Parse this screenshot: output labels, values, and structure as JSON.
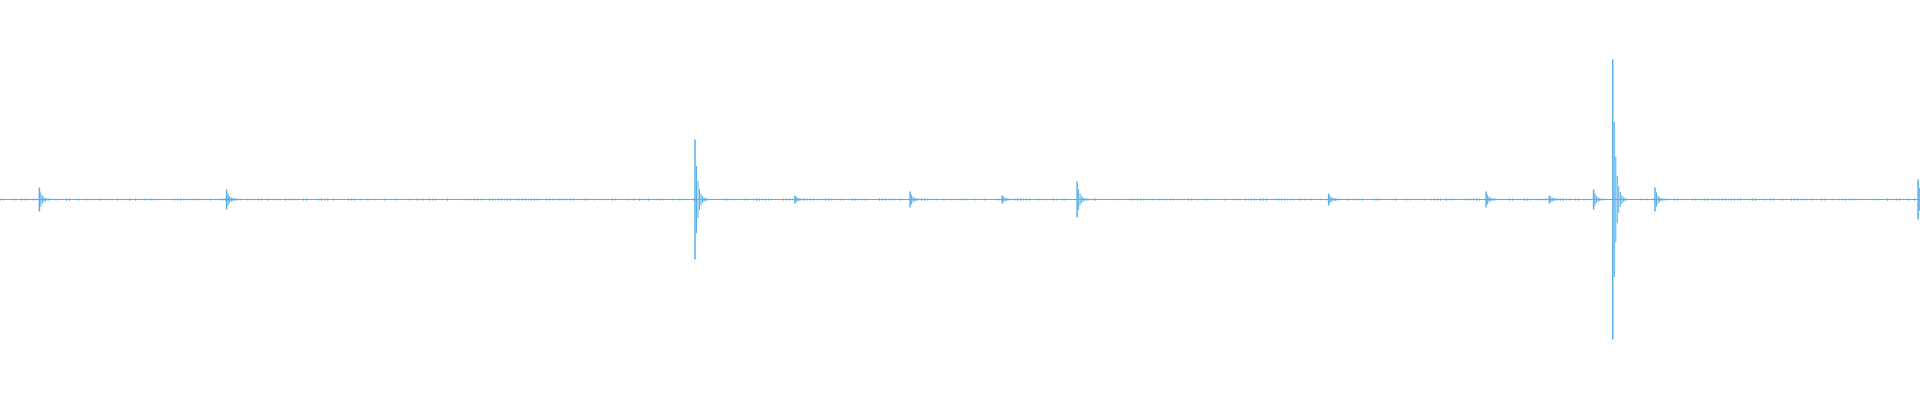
{
  "waveform": {
    "color": "#5aaee6",
    "background": "#ffffff",
    "baseline_amplitude": 0.006,
    "spikes": [
      {
        "time": 0.0205,
        "amplitude": 0.06
      },
      {
        "time": 0.118,
        "amplitude": 0.05
      },
      {
        "time": 0.362,
        "amplitude": 0.3
      },
      {
        "time": 0.414,
        "amplitude": 0.02
      },
      {
        "time": 0.474,
        "amplitude": 0.04
      },
      {
        "time": 0.522,
        "amplitude": 0.02
      },
      {
        "time": 0.561,
        "amplitude": 0.09
      },
      {
        "time": 0.692,
        "amplitude": 0.03
      },
      {
        "time": 0.774,
        "amplitude": 0.04
      },
      {
        "time": 0.807,
        "amplitude": 0.02
      },
      {
        "time": 0.83,
        "amplitude": 0.05
      },
      {
        "time": 0.84,
        "amplitude": 0.7
      },
      {
        "time": 0.862,
        "amplitude": 0.06
      },
      {
        "time": 0.999,
        "amplitude": 0.1
      }
    ]
  }
}
